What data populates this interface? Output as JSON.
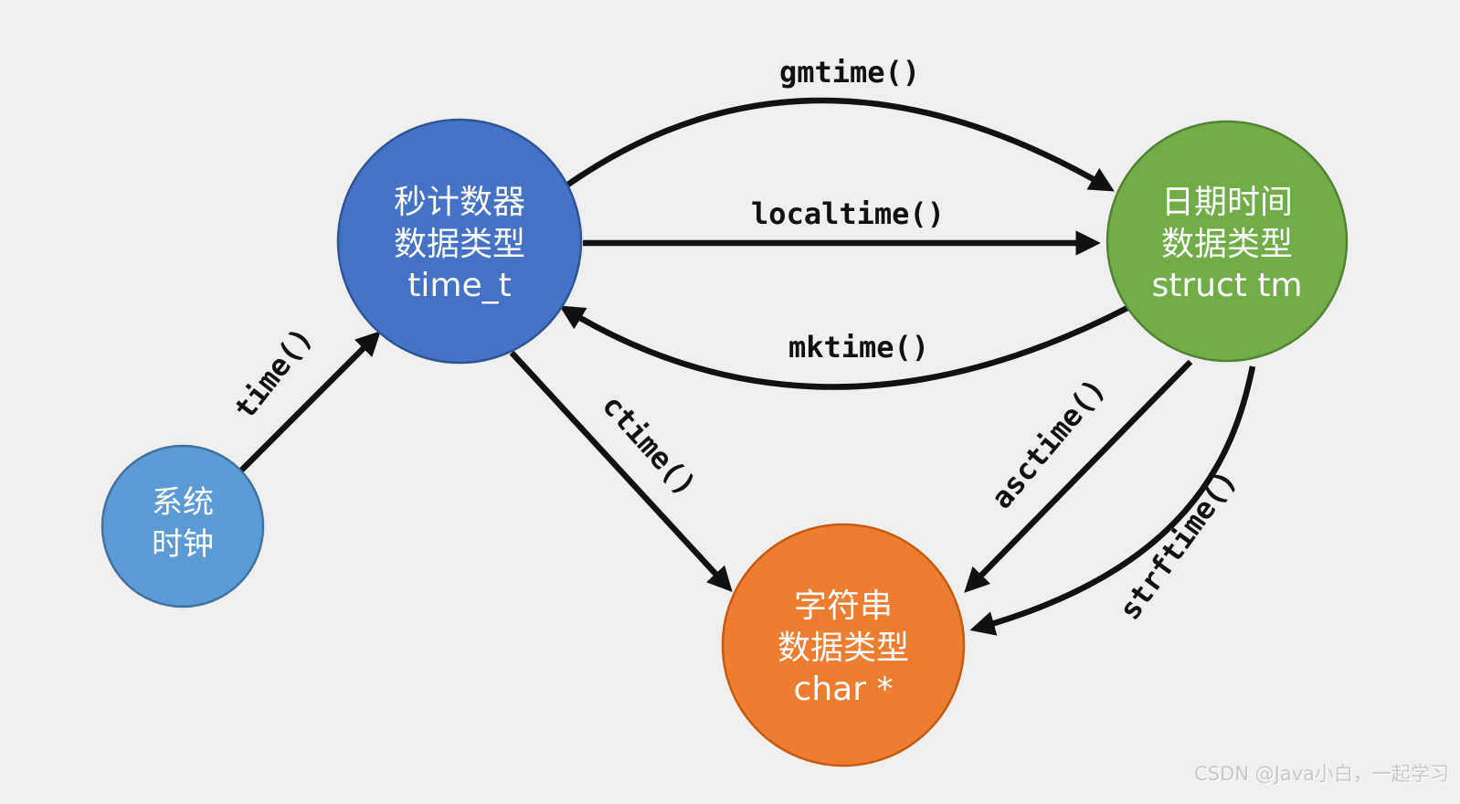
{
  "diagram": {
    "background": "#efefef",
    "arrow_color": "#111111",
    "nodes": {
      "system_clock": {
        "line1": "系统",
        "line2": "时钟",
        "fill": "#5b9bd5",
        "border": "#41719c",
        "text_color": "#ffffff"
      },
      "time_t": {
        "line1": "秒计数器",
        "line2": "数据类型",
        "line3": "time_t",
        "fill": "#4472c4",
        "border": "#2f5597",
        "text_color": "#ffffff"
      },
      "struct_tm": {
        "line1": "日期时间",
        "line2": "数据类型",
        "line3": "struct tm",
        "fill": "#70ad47",
        "border": "#548235",
        "text_color": "#ffffff"
      },
      "char_ptr": {
        "line1": "字符串",
        "line2": "数据类型",
        "line3": "char *",
        "fill": "#ed7d31",
        "border": "#c55a11",
        "text_color": "#ffffff"
      }
    },
    "edges": [
      {
        "id": "time",
        "label": "time()",
        "from": "system_clock",
        "to": "time_t"
      },
      {
        "id": "gmtime",
        "label": "gmtime()",
        "from": "time_t",
        "to": "struct_tm"
      },
      {
        "id": "localtime",
        "label": "localtime()",
        "from": "time_t",
        "to": "struct_tm"
      },
      {
        "id": "mktime",
        "label": "mktime()",
        "from": "struct_tm",
        "to": "time_t"
      },
      {
        "id": "ctime",
        "label": "ctime()",
        "from": "time_t",
        "to": "char_ptr"
      },
      {
        "id": "asctime",
        "label": "asctime()",
        "from": "struct_tm",
        "to": "char_ptr"
      },
      {
        "id": "strftime",
        "label": "strftime()",
        "from": "struct_tm",
        "to": "char_ptr"
      }
    ],
    "watermark": "CSDN @Java小白，一起学习"
  }
}
